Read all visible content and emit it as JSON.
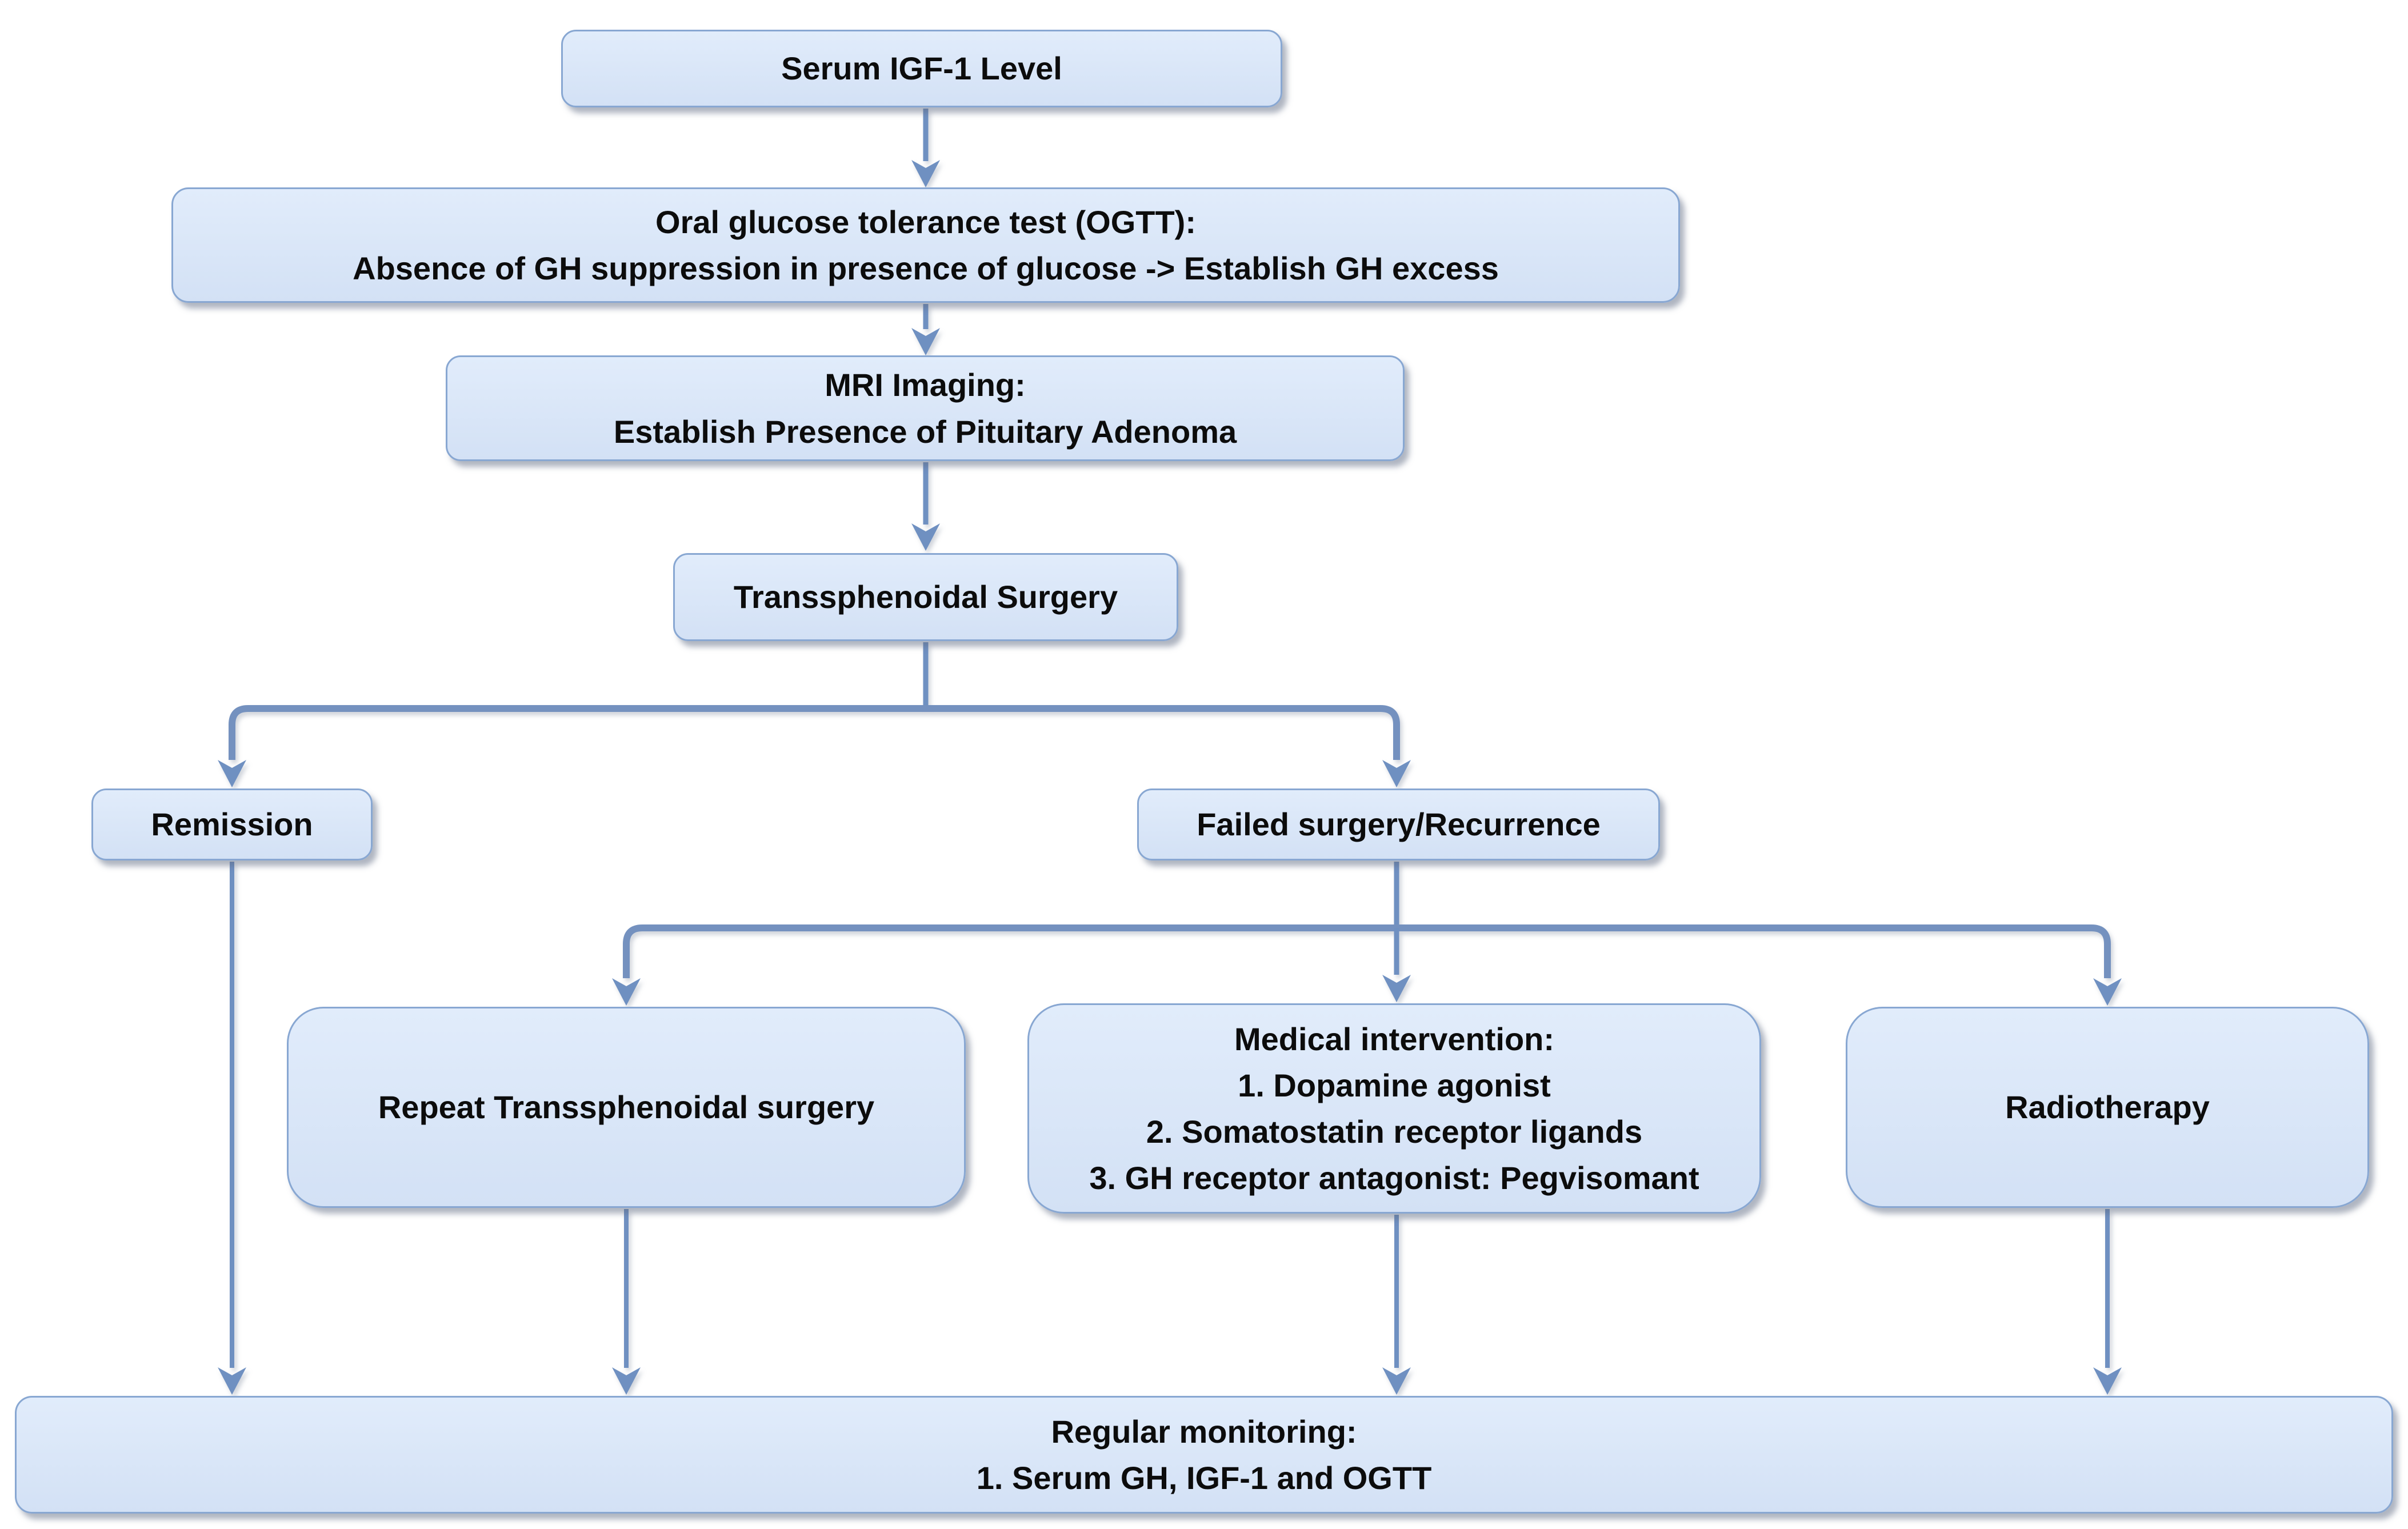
{
  "colors": {
    "box_fill_top": "#e1ecfb",
    "box_fill_bottom": "#d3e1f5",
    "box_border": "#88a7d2",
    "connector": "#6f90c1",
    "text": "#0c0c0c",
    "background": "#ffffff"
  },
  "nodes": {
    "serum_igf1": {
      "line1": "Serum IGF-1 Level"
    },
    "ogtt": {
      "line1": "Oral glucose tolerance test (OGTT):",
      "line2": "Absence of GH suppression in presence of glucose -> Establish GH excess"
    },
    "mri": {
      "line1": "MRI Imaging:",
      "line2": "Establish Presence of Pituitary Adenoma"
    },
    "surgery": {
      "line1": "Transsphenoidal Surgery"
    },
    "remission": {
      "line1": "Remission"
    },
    "failed": {
      "line1": "Failed surgery/Recurrence"
    },
    "repeat_surgery": {
      "line1": "Repeat Transsphenoidal surgery"
    },
    "medical": {
      "line1": "Medical intervention:",
      "line2": "1. Dopamine agonist",
      "line3": "2. Somatostatin receptor ligands",
      "line4": "3. GH receptor antagonist: Pegvisomant"
    },
    "radiotherapy": {
      "line1": "Radiotherapy"
    },
    "monitoring": {
      "line1": "Regular monitoring:",
      "line2": "1. Serum GH, IGF-1 and OGTT"
    }
  },
  "edges": [
    {
      "from": "serum_igf1",
      "to": "ogtt"
    },
    {
      "from": "ogtt",
      "to": "mri"
    },
    {
      "from": "mri",
      "to": "surgery"
    },
    {
      "from": "surgery",
      "to": "remission"
    },
    {
      "from": "surgery",
      "to": "failed"
    },
    {
      "from": "failed",
      "to": "repeat_surgery"
    },
    {
      "from": "failed",
      "to": "medical"
    },
    {
      "from": "failed",
      "to": "radiotherapy"
    },
    {
      "from": "remission",
      "to": "monitoring"
    },
    {
      "from": "repeat_surgery",
      "to": "monitoring"
    },
    {
      "from": "medical",
      "to": "monitoring"
    },
    {
      "from": "radiotherapy",
      "to": "monitoring"
    }
  ]
}
